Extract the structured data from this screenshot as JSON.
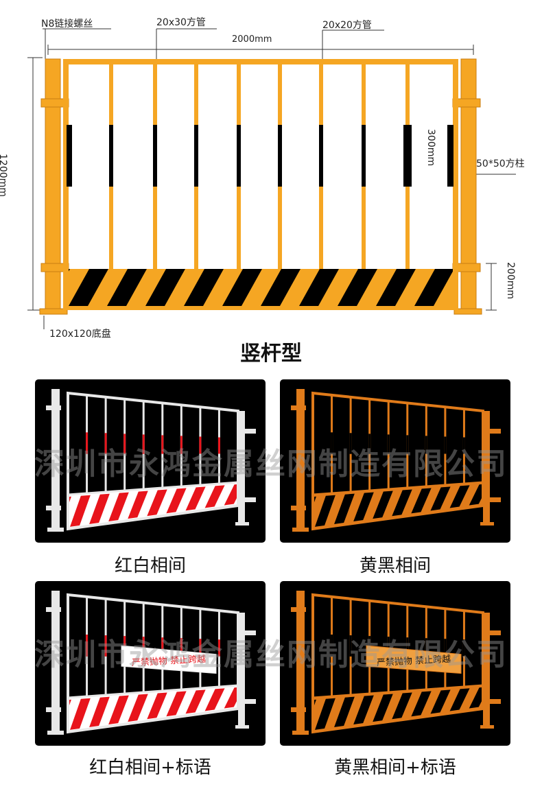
{
  "dimensions": {
    "width": "2000mm",
    "height": "1200mm",
    "slat": "300mm",
    "bottom_band": "200mm"
  },
  "callouts": {
    "bolt": "N8链接螺丝",
    "frame_tube": "20x30方管",
    "bar_tube": "20x20方管",
    "post": "50*50方柱",
    "base": "120x120底盘"
  },
  "title": "竖杆型",
  "variants": [
    {
      "caption": "红白相间",
      "frame": "white",
      "stripe": "red",
      "slogan": false
    },
    {
      "caption": "黄黑相间",
      "frame": "orange",
      "stripe": "black",
      "slogan": false
    },
    {
      "caption": "红白相间+标语",
      "frame": "white",
      "stripe": "red",
      "slogan": true
    },
    {
      "caption": "黄黑相间+标语",
      "frame": "orange",
      "stripe": "black",
      "slogan": true
    }
  ],
  "slogan_text": "严禁抛物 禁止跨越",
  "watermark": "深圳市永鸿金属丝网制造有限公司",
  "colors": {
    "orange": "#F5A623",
    "dark_orange": "#E07B1A",
    "red": "#E8141B",
    "white_frame": "#E8E8E8",
    "black": "#000000"
  }
}
